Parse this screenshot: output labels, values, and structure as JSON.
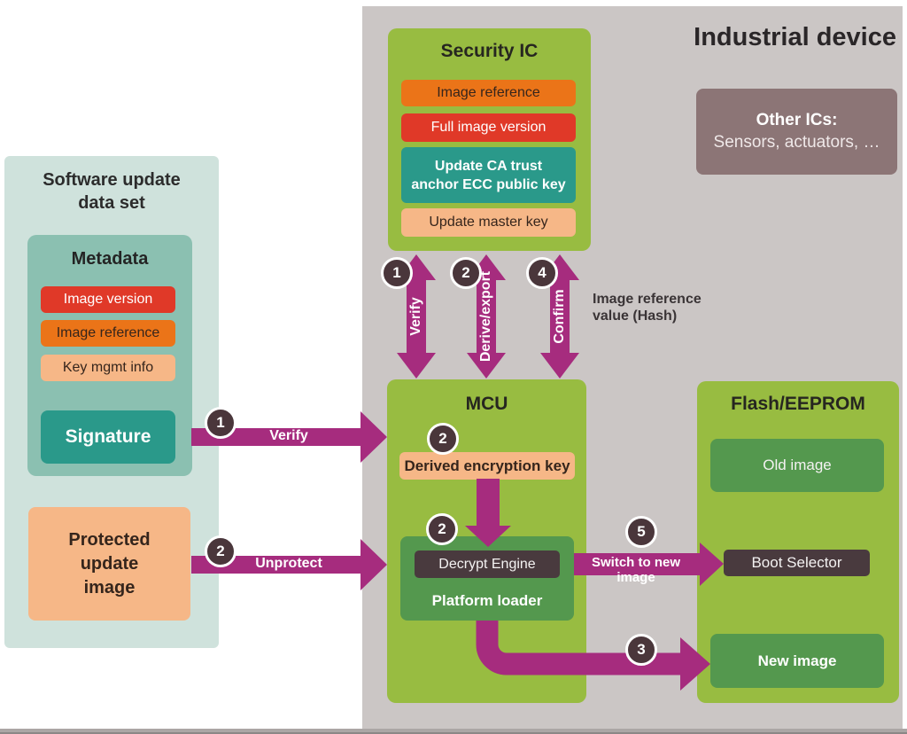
{
  "diagram": {
    "device_title": "Industrial device",
    "colors": {
      "accent_magenta": "#a62c7e",
      "panel_gray": "#cbc6c5",
      "box_green": "#98bc41",
      "box_dark_green": "#54984e",
      "box_red": "#e03928",
      "box_orange": "#eb7418",
      "box_peach": "#f6b787",
      "box_teal": "#2a998a",
      "metadata_teal": "#8bc0b1",
      "mint_panel": "#cfe2dc",
      "box_dark_brown": "#493a3e",
      "badge_brown": "#4a363b",
      "other_ics_mauve": "#8c7576"
    },
    "software_update": {
      "title": "Software update data set",
      "metadata": {
        "title": "Metadata",
        "items": [
          {
            "label": "Image version"
          },
          {
            "label": "Image reference"
          },
          {
            "label": "Key mgmt info"
          }
        ],
        "signature_label": "Signature"
      },
      "protected_image_label": "Protected update image"
    },
    "security_ic": {
      "title": "Security IC",
      "items": [
        {
          "label": "Image reference"
        },
        {
          "label": "Full image version"
        },
        {
          "label": "Update CA trust anchor ECC public key"
        },
        {
          "label": "Update master key"
        }
      ]
    },
    "mcu": {
      "title": "MCU",
      "derived_key_label": "Derived encryption key",
      "decrypt_engine_label": "Decrypt Engine",
      "platform_loader_label": "Platform loader"
    },
    "flash": {
      "title": "Flash/EEPROM",
      "old_image_label": "Old image",
      "boot_selector_label": "Boot Selector",
      "new_image_label": "New image"
    },
    "other_ics": {
      "title": "Other ICs:",
      "subtitle": "Sensors, actuators, …"
    },
    "arrows": {
      "verify_left": "Verify",
      "unprotect": "Unprotect",
      "verify_vertical": "Verify",
      "derive_export": "Derive/export",
      "confirm": "Confirm",
      "switch_to_new_image": "Switch to new image",
      "hash_annotation": "Image reference value (Hash)"
    },
    "steps": {
      "s1": "1",
      "s2": "2",
      "s3": "3",
      "s4": "4",
      "s5": "5"
    }
  }
}
